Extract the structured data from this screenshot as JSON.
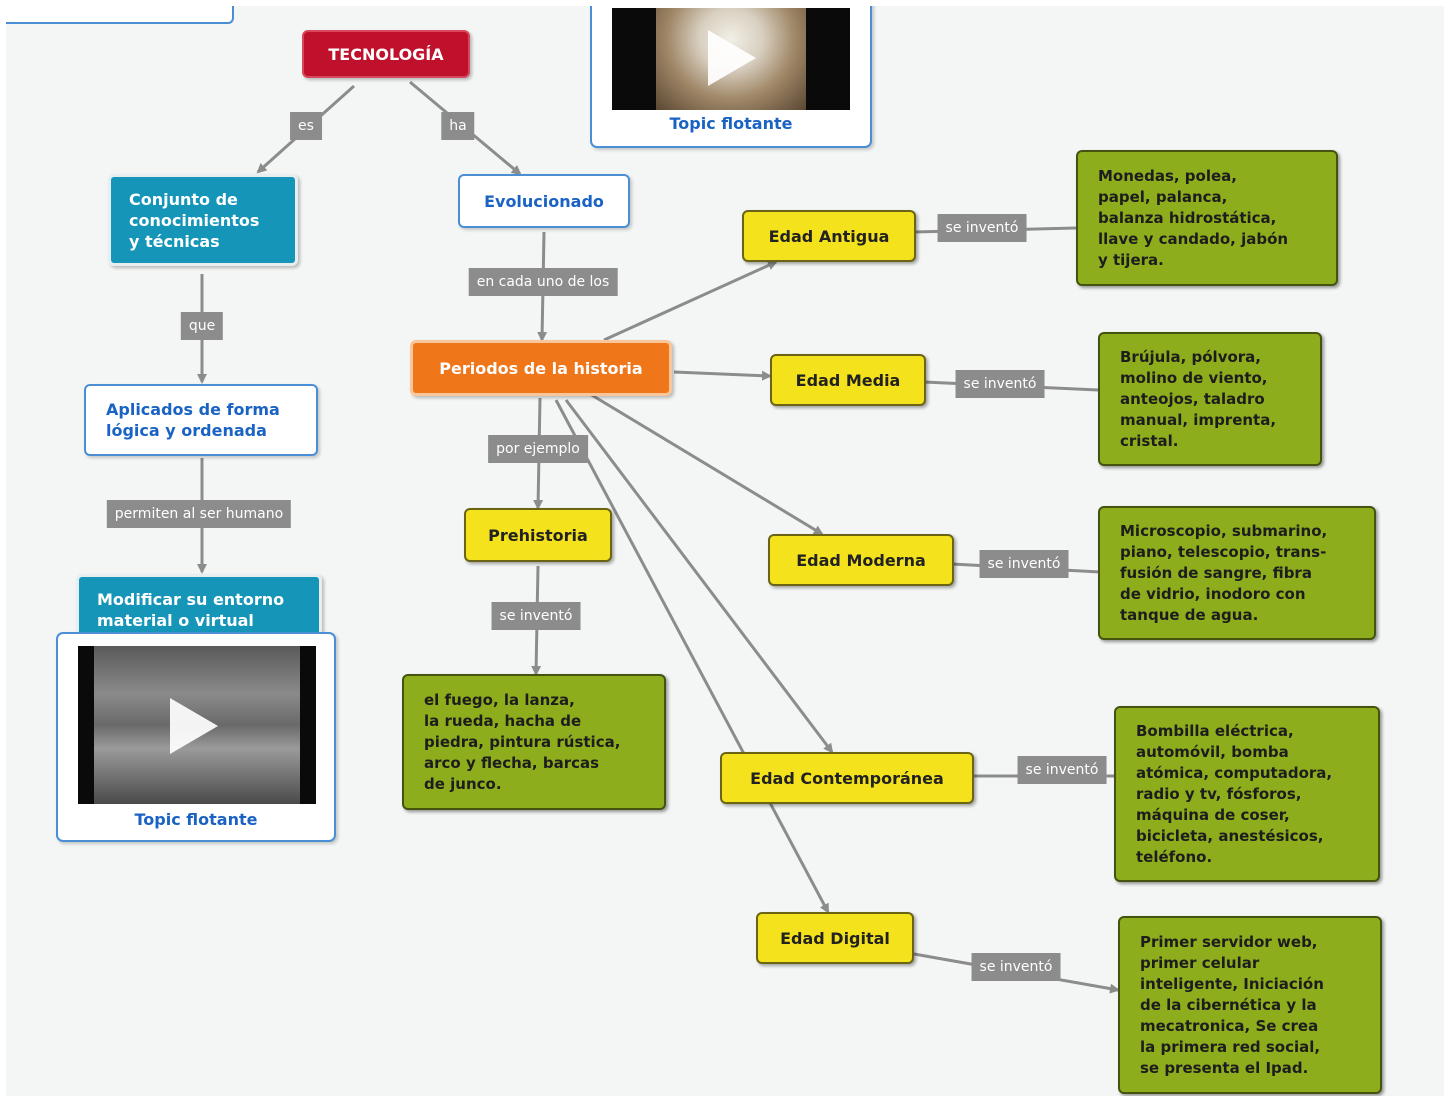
{
  "colors": {
    "root": "#c0112c",
    "teal": "#1596b8",
    "orange": "#f0761a",
    "yellow": "#f4e21c",
    "green": "#8ead1d",
    "link": "#8c8c8c",
    "link_label": "#8c8c8c",
    "topic_text": "#1a63c4"
  },
  "root": "TECNOLOGÍA",
  "branch_labels": {
    "es": "es",
    "ha": "ha",
    "que": "que",
    "permiten": "permiten al ser humano",
    "en_cada": "en cada uno de los",
    "por_ejemplo": "por ejemplo",
    "se_invento": "se inventó"
  },
  "left_branch": {
    "conjunto": [
      "Conjunto de",
      "conocimientos",
      "y técnicas"
    ],
    "aplicados": [
      "Aplicados de forma",
      "lógica y ordenada"
    ],
    "modificar": [
      "Modificar su entorno",
      "material o virtual"
    ]
  },
  "evolucionado": "Evolucionado",
  "periodos": "Periodos de la historia",
  "topics": {
    "top_caption": "Topic flotante",
    "bottom_caption": "Topic flotante",
    "icon": "play-icon"
  },
  "eras": [
    {
      "name": "Prehistoria",
      "inventions": [
        "el fuego, la lanza,",
        "la rueda, hacha de",
        "piedra, pintura rústica,",
        "arco y flecha, barcas",
        "de junco."
      ]
    },
    {
      "name": "Edad Antigua",
      "inventions": [
        "Monedas, polea,",
        "papel, palanca,",
        "balanza hidrostática,",
        "llave y candado, jabón",
        "y tijera."
      ]
    },
    {
      "name": "Edad Media",
      "inventions": [
        "Brújula, pólvora,",
        "molino de viento,",
        "anteojos, taladro",
        "manual, imprenta,",
        "cristal."
      ]
    },
    {
      "name": "Edad Moderna",
      "inventions": [
        "Microscopio, submarino,",
        "piano, telescopio, trans-",
        "fusión de sangre, fibra",
        "de vidrio, inodoro con",
        "tanque de agua."
      ]
    },
    {
      "name": "Edad Contemporánea",
      "inventions": [
        "Bombilla eléctrica,",
        "automóvil, bomba",
        "atómica, computadora,",
        "radio y tv, fósforos,",
        "máquina de coser,",
        "bicicleta, anestésicos,",
        "teléfono."
      ]
    },
    {
      "name": "Edad Digital",
      "inventions": [
        "Primer servidor web,",
        "primer celular",
        "inteligente, Iniciación",
        "de la cibernética y la",
        "mecatronica, Se crea",
        "la primera red social,",
        "se presenta el Ipad."
      ]
    }
  ]
}
